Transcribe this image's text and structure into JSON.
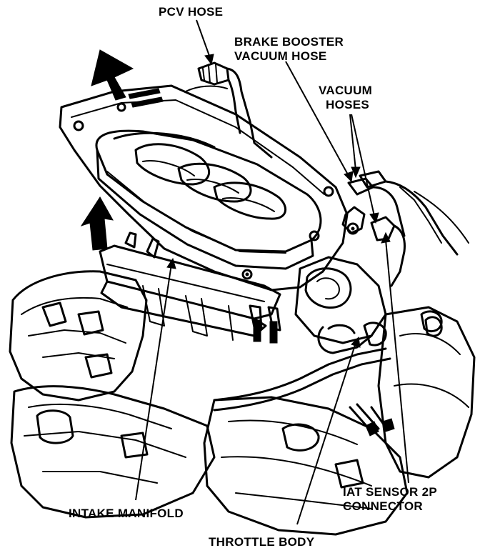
{
  "labels": {
    "pcv_hose": "PCV HOSE",
    "brake_booster_line1": "BRAKE BOOSTER",
    "brake_booster_line2": "VACUUM HOSE",
    "vacuum_hoses_line1": "VACUUM",
    "vacuum_hoses_line2": "HOSES",
    "iat_sensor_line1": "IAT SENSOR 2P",
    "iat_sensor_line2": "CONNECTOR",
    "intake_manifold": "INTAKE MANIFOLD",
    "throttle_body": "THROTTLE BODY"
  }
}
